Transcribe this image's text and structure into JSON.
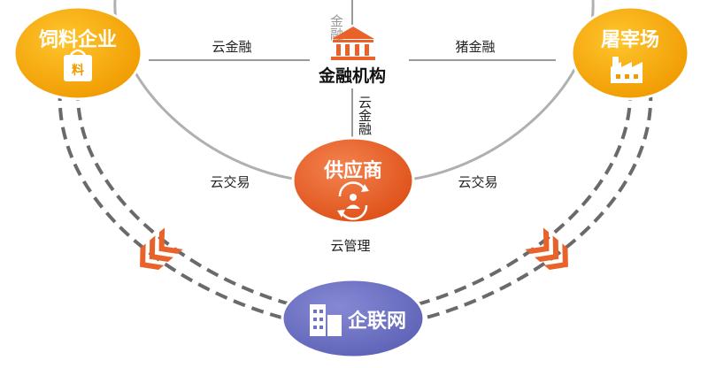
{
  "colors": {
    "ring": "#b0b0b0",
    "dashed": "#6a6a6a",
    "orange_node": "#e8622a",
    "gold_node": "#f5a800",
    "purple_node": "#6e72c2",
    "bank_icon": "#e8622a",
    "arrow": "#e8622a"
  },
  "nodes": {
    "feed": {
      "label": "饲料企业",
      "icon": "shopping-bag-icon",
      "icon_text": "料"
    },
    "slaughter": {
      "label": "屠宰场",
      "icon": "factory-icon"
    },
    "supplier": {
      "label": "供应商",
      "icon": "cycle-user-icon"
    },
    "finance": {
      "label": "金融机构",
      "icon": "bank-icon"
    },
    "network": {
      "label": "企联网",
      "icon": "building-icon"
    }
  },
  "edges": {
    "top_vertical": "金融",
    "left_finance": "云金融",
    "right_finance": "猪金融",
    "center_vertical": "云金融",
    "left_trade": "云交易",
    "right_trade": "云交易",
    "management": "云管理"
  }
}
